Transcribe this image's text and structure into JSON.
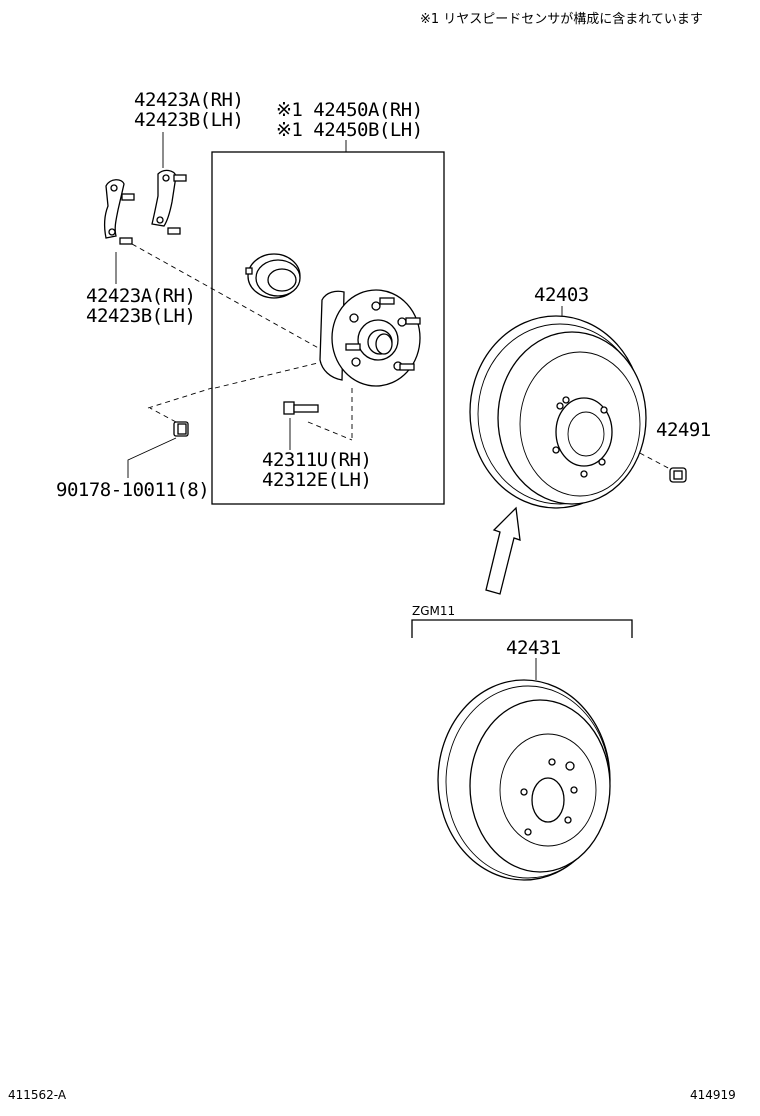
{
  "note": "※1 リヤスピードセンサが構成に含まれています",
  "labels": {
    "shoe_upper_rh": "42423A(RH)",
    "shoe_upper_lh": "42423B(LH)",
    "hub_rh": "※1 42450A(RH)",
    "hub_lh": "※1 42450B(LH)",
    "shoe_lower_rh": "42423A(RH)",
    "shoe_lower_lh": "42423B(LH)",
    "drum": "42403",
    "nut_right": "42491",
    "bolt_rh": "42311U(RH)",
    "bolt_lh": "42312E(LH)",
    "nut_left": "90178-10011(8)",
    "model": "ZGM11",
    "disc": "42431"
  },
  "footer": {
    "left_code": "411562-A",
    "right_code": "414919"
  }
}
